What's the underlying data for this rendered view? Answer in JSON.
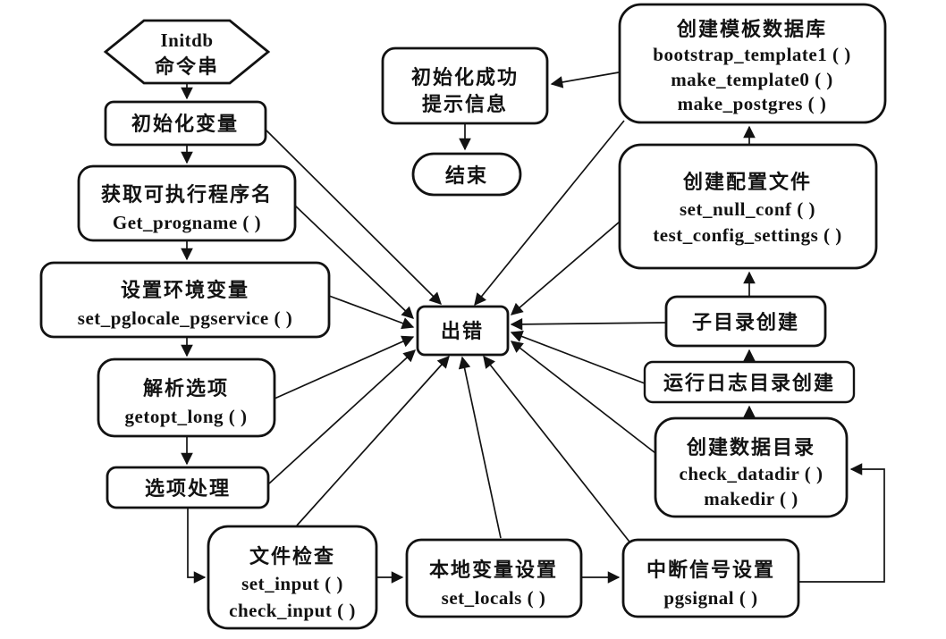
{
  "colors": {
    "stroke": "#121212",
    "background": "#ffffff",
    "text": "#121212"
  },
  "nodes": {
    "initdb_command": {
      "lines": [
        "Initdb",
        "命令串"
      ]
    },
    "init_vars": {
      "lines": [
        "初始化变量"
      ]
    },
    "get_progname": {
      "lines": [
        "获取可执行程序名",
        "Get_progname ( )"
      ]
    },
    "set_env": {
      "lines": [
        "设置环境变量",
        "set_pglocale_pgservice ( )"
      ]
    },
    "parse_options": {
      "lines": [
        "解析选项",
        "getopt_long ( )"
      ]
    },
    "option_handling": {
      "lines": [
        "选项处理"
      ]
    },
    "file_check": {
      "lines": [
        "文件检查",
        "set_input ( )",
        "check_input ( )"
      ]
    },
    "set_locals": {
      "lines": [
        "本地变量设置",
        "set_locals ( )"
      ]
    },
    "pgsignal": {
      "lines": [
        "中断信号设置",
        "pgsignal ( )"
      ]
    },
    "create_datadir": {
      "lines": [
        "创建数据目录",
        "check_datadir ( )",
        "makedir ( )"
      ]
    },
    "log_dir": {
      "lines": [
        "运行日志目录创建"
      ]
    },
    "subdir": {
      "lines": [
        "子目录创建"
      ]
    },
    "create_conf": {
      "lines": [
        "创建配置文件",
        "set_null_conf ( )",
        "test_config_settings ( )"
      ]
    },
    "create_template_db": {
      "lines": [
        "创建模板数据库",
        "bootstrap_template1 ( )",
        "make_template0 ( )",
        "make_postgres ( )"
      ]
    },
    "success_msg": {
      "lines": [
        "初始化成功",
        "提示信息"
      ]
    },
    "end": {
      "lines": [
        "结束"
      ]
    },
    "error": {
      "lines": [
        "出错"
      ]
    }
  }
}
